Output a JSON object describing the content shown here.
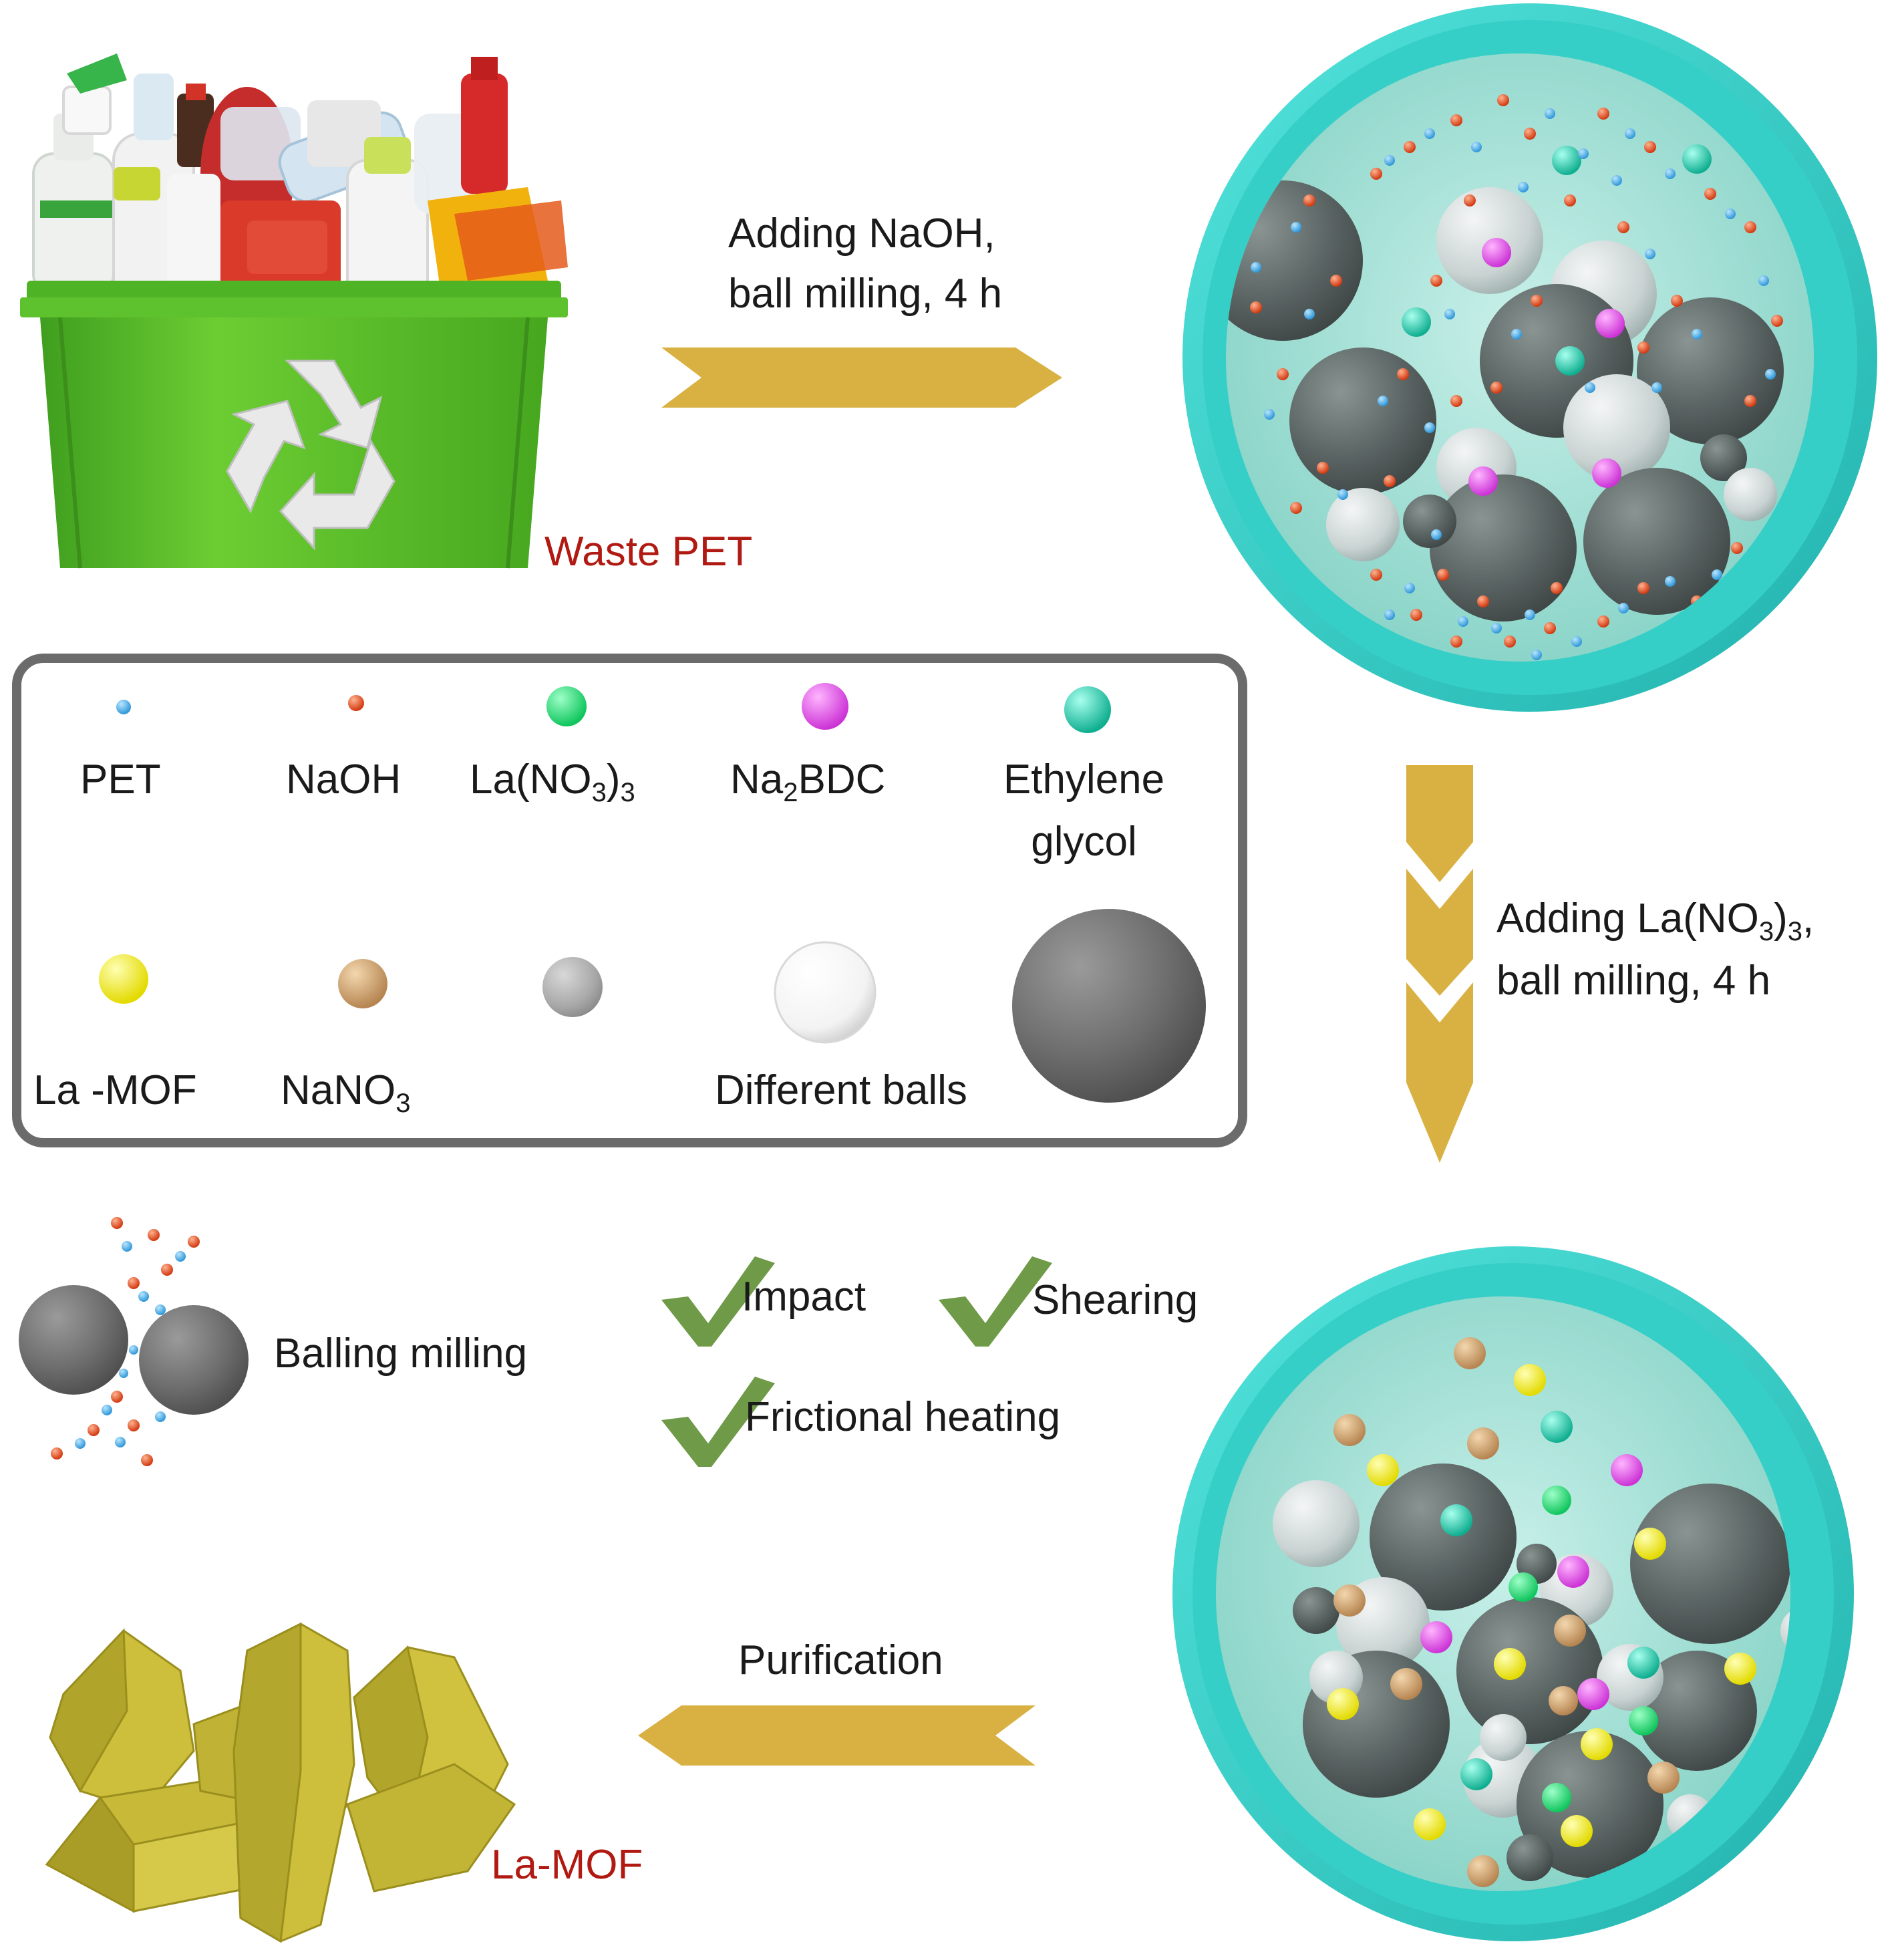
{
  "figure": {
    "waste_label": "Waste PET",
    "product_label": "La-MOF",
    "step1": {
      "line1": "Adding NaOH,",
      "line2": "ball milling, 4 h"
    },
    "step2": {
      "line1_pre": "Adding La(NO",
      "line1_sub": "3",
      "line1_post": ")",
      "line1_sub2": "3",
      "line1_end": ",",
      "line2": "ball milling, 4 h"
    },
    "step3": {
      "label": "Purification"
    },
    "legend": {
      "pet": "PET",
      "naoh": "NaOH",
      "la_nitrate": {
        "pre": "La(NO",
        "sub": "3",
        "post": ")",
        "sub2": "3"
      },
      "na2bdc": {
        "pre": "Na",
        "sub": "2",
        "post": "BDC"
      },
      "ethylene_glycol": {
        "line1": "Ethylene",
        "line2": "glycol"
      },
      "la_mof": "La -MOF",
      "nano3": {
        "pre": "NaNO",
        "sub": "3"
      },
      "different_balls": "Different balls"
    },
    "mechanism": {
      "balling_milling": "Balling milling",
      "impact": "Impact",
      "shearing": "Shearing",
      "frictional_heating": "Frictional heating"
    }
  },
  "colors": {
    "pet": "#3aa9e8",
    "naoh": "#e0451c",
    "la_nitrate": "#1fe07a",
    "na2bdc": "#e04ee6",
    "ethylene_glycol": "#18c9a8",
    "la_mof": "#f2ef24",
    "nano3": "#c89a62",
    "jar_rim": "#3fd6cf",
    "jar_inside": "#a8e6dc",
    "arrow": "#d9b142",
    "check": "#6f9a48",
    "bin": "#5cbf2a",
    "crystal": "#c5ba3a",
    "label_red": "#b01a12"
  }
}
